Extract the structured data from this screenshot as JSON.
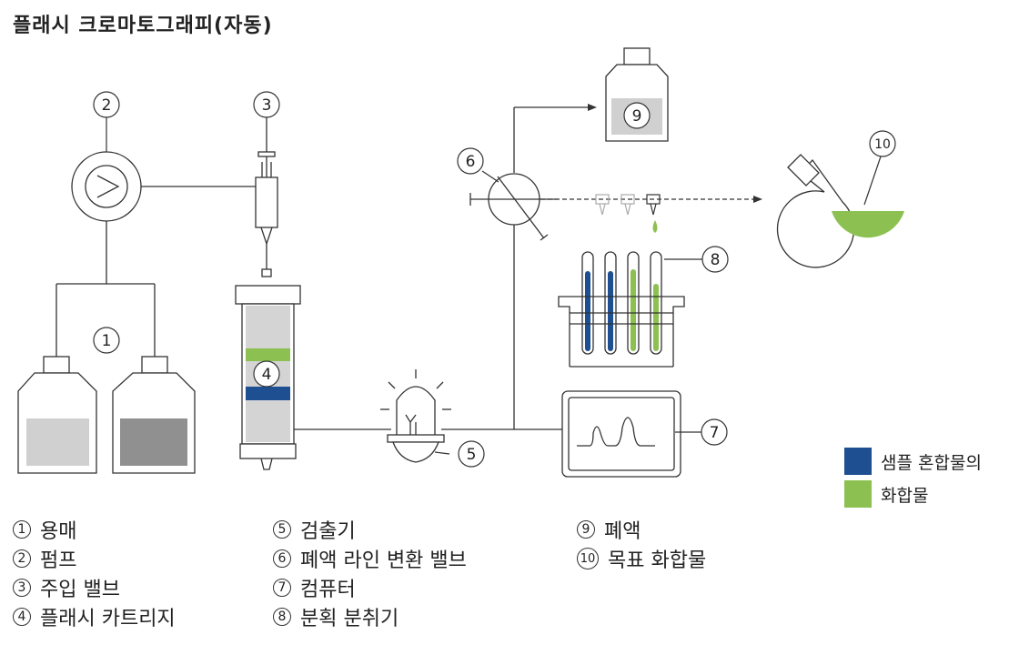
{
  "title": "플래시 크로마토그래피(자동)",
  "callouts": [
    "1",
    "2",
    "3",
    "4",
    "5",
    "6",
    "7",
    "8",
    "9",
    "10"
  ],
  "legend": [
    {
      "num": "1",
      "label": "용매"
    },
    {
      "num": "2",
      "label": "펌프"
    },
    {
      "num": "3",
      "label": "주입 밸브"
    },
    {
      "num": "4",
      "label": "플래시 카트리지"
    },
    {
      "num": "5",
      "label": "검출기"
    },
    {
      "num": "6",
      "label": "폐액 라인 변환 밸브"
    },
    {
      "num": "7",
      "label": "컴퓨터"
    },
    {
      "num": "8",
      "label": "분획 분취기"
    },
    {
      "num": "9",
      "label": "폐액"
    },
    {
      "num": "10",
      "label": "목표 화합물"
    }
  ],
  "color_key": [
    {
      "label": "샘플 혼합물의",
      "color": "#1d4f91"
    },
    {
      "label": "화합물",
      "color": "#8cc152"
    }
  ],
  "colors": {
    "blue": "#1d4f91",
    "green": "#8cc152",
    "line": "#333333",
    "light_gray": "#d0d0d0",
    "dark_gray": "#8f908f"
  }
}
